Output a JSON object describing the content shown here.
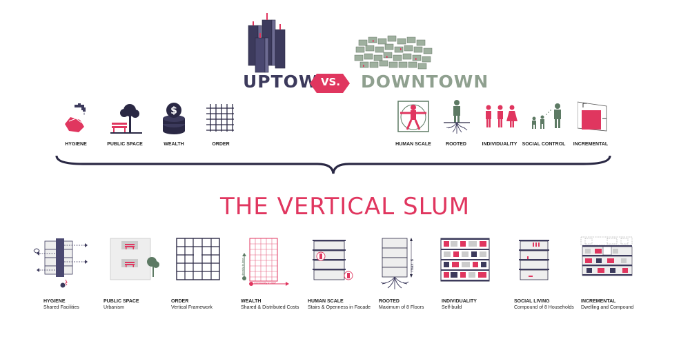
{
  "header": {
    "uptown": "UPTOWN",
    "vs": "VS.",
    "downtown": "DOWNTOWN"
  },
  "uptown_items": [
    {
      "label": "HYGIENE",
      "icon": "hygiene-icon"
    },
    {
      "label": "PUBLIC SPACE",
      "icon": "park-bench-icon"
    },
    {
      "label": "WEALTH",
      "icon": "coins-icon"
    },
    {
      "label": "ORDER",
      "icon": "grid-icon"
    }
  ],
  "downtown_items": [
    {
      "label": "HUMAN SCALE",
      "icon": "vitruvian-icon"
    },
    {
      "label": "ROOTED",
      "icon": "rooted-person-icon"
    },
    {
      "label": "INDIVIDUALITY",
      "icon": "people-icon"
    },
    {
      "label": "SOCIAL CONTROL",
      "icon": "social-control-icon"
    },
    {
      "label": "INCREMENTAL",
      "icon": "incremental-icon"
    }
  ],
  "main_title": "THE VERTICAL SLUM",
  "slum_items": [
    {
      "title": "HYGIENE",
      "subtitle": "Shared Facilities"
    },
    {
      "title": "PUBLIC SPACE",
      "subtitle": "Urbanism"
    },
    {
      "title": "ORDER",
      "subtitle": "Vertical Framework"
    },
    {
      "title": "WEALTH",
      "subtitle": "Shared & Distributed Costs"
    },
    {
      "title": "HUMAN SCALE",
      "subtitle": "Stairs & Openness in Facade"
    },
    {
      "title": "ROOTED",
      "subtitle": "Maximum of 8 Floors"
    },
    {
      "title": "INDIVIDUALITY",
      "subtitle": "Self-build"
    },
    {
      "title": "SOCIAL LIVING",
      "subtitle": "Compound of 8 Households"
    },
    {
      "title": "INCREMENTAL",
      "subtitle": "Dwelling and Compound"
    }
  ],
  "annotations": {
    "wealth_vertical": "density in time",
    "wealth_horizontal": "community in time",
    "rooted_height": "max. 8"
  },
  "colors": {
    "navy": "#3c3a5c",
    "accent": "#e0365f",
    "sage": "#8fa08f",
    "green": "#5d7a64"
  }
}
